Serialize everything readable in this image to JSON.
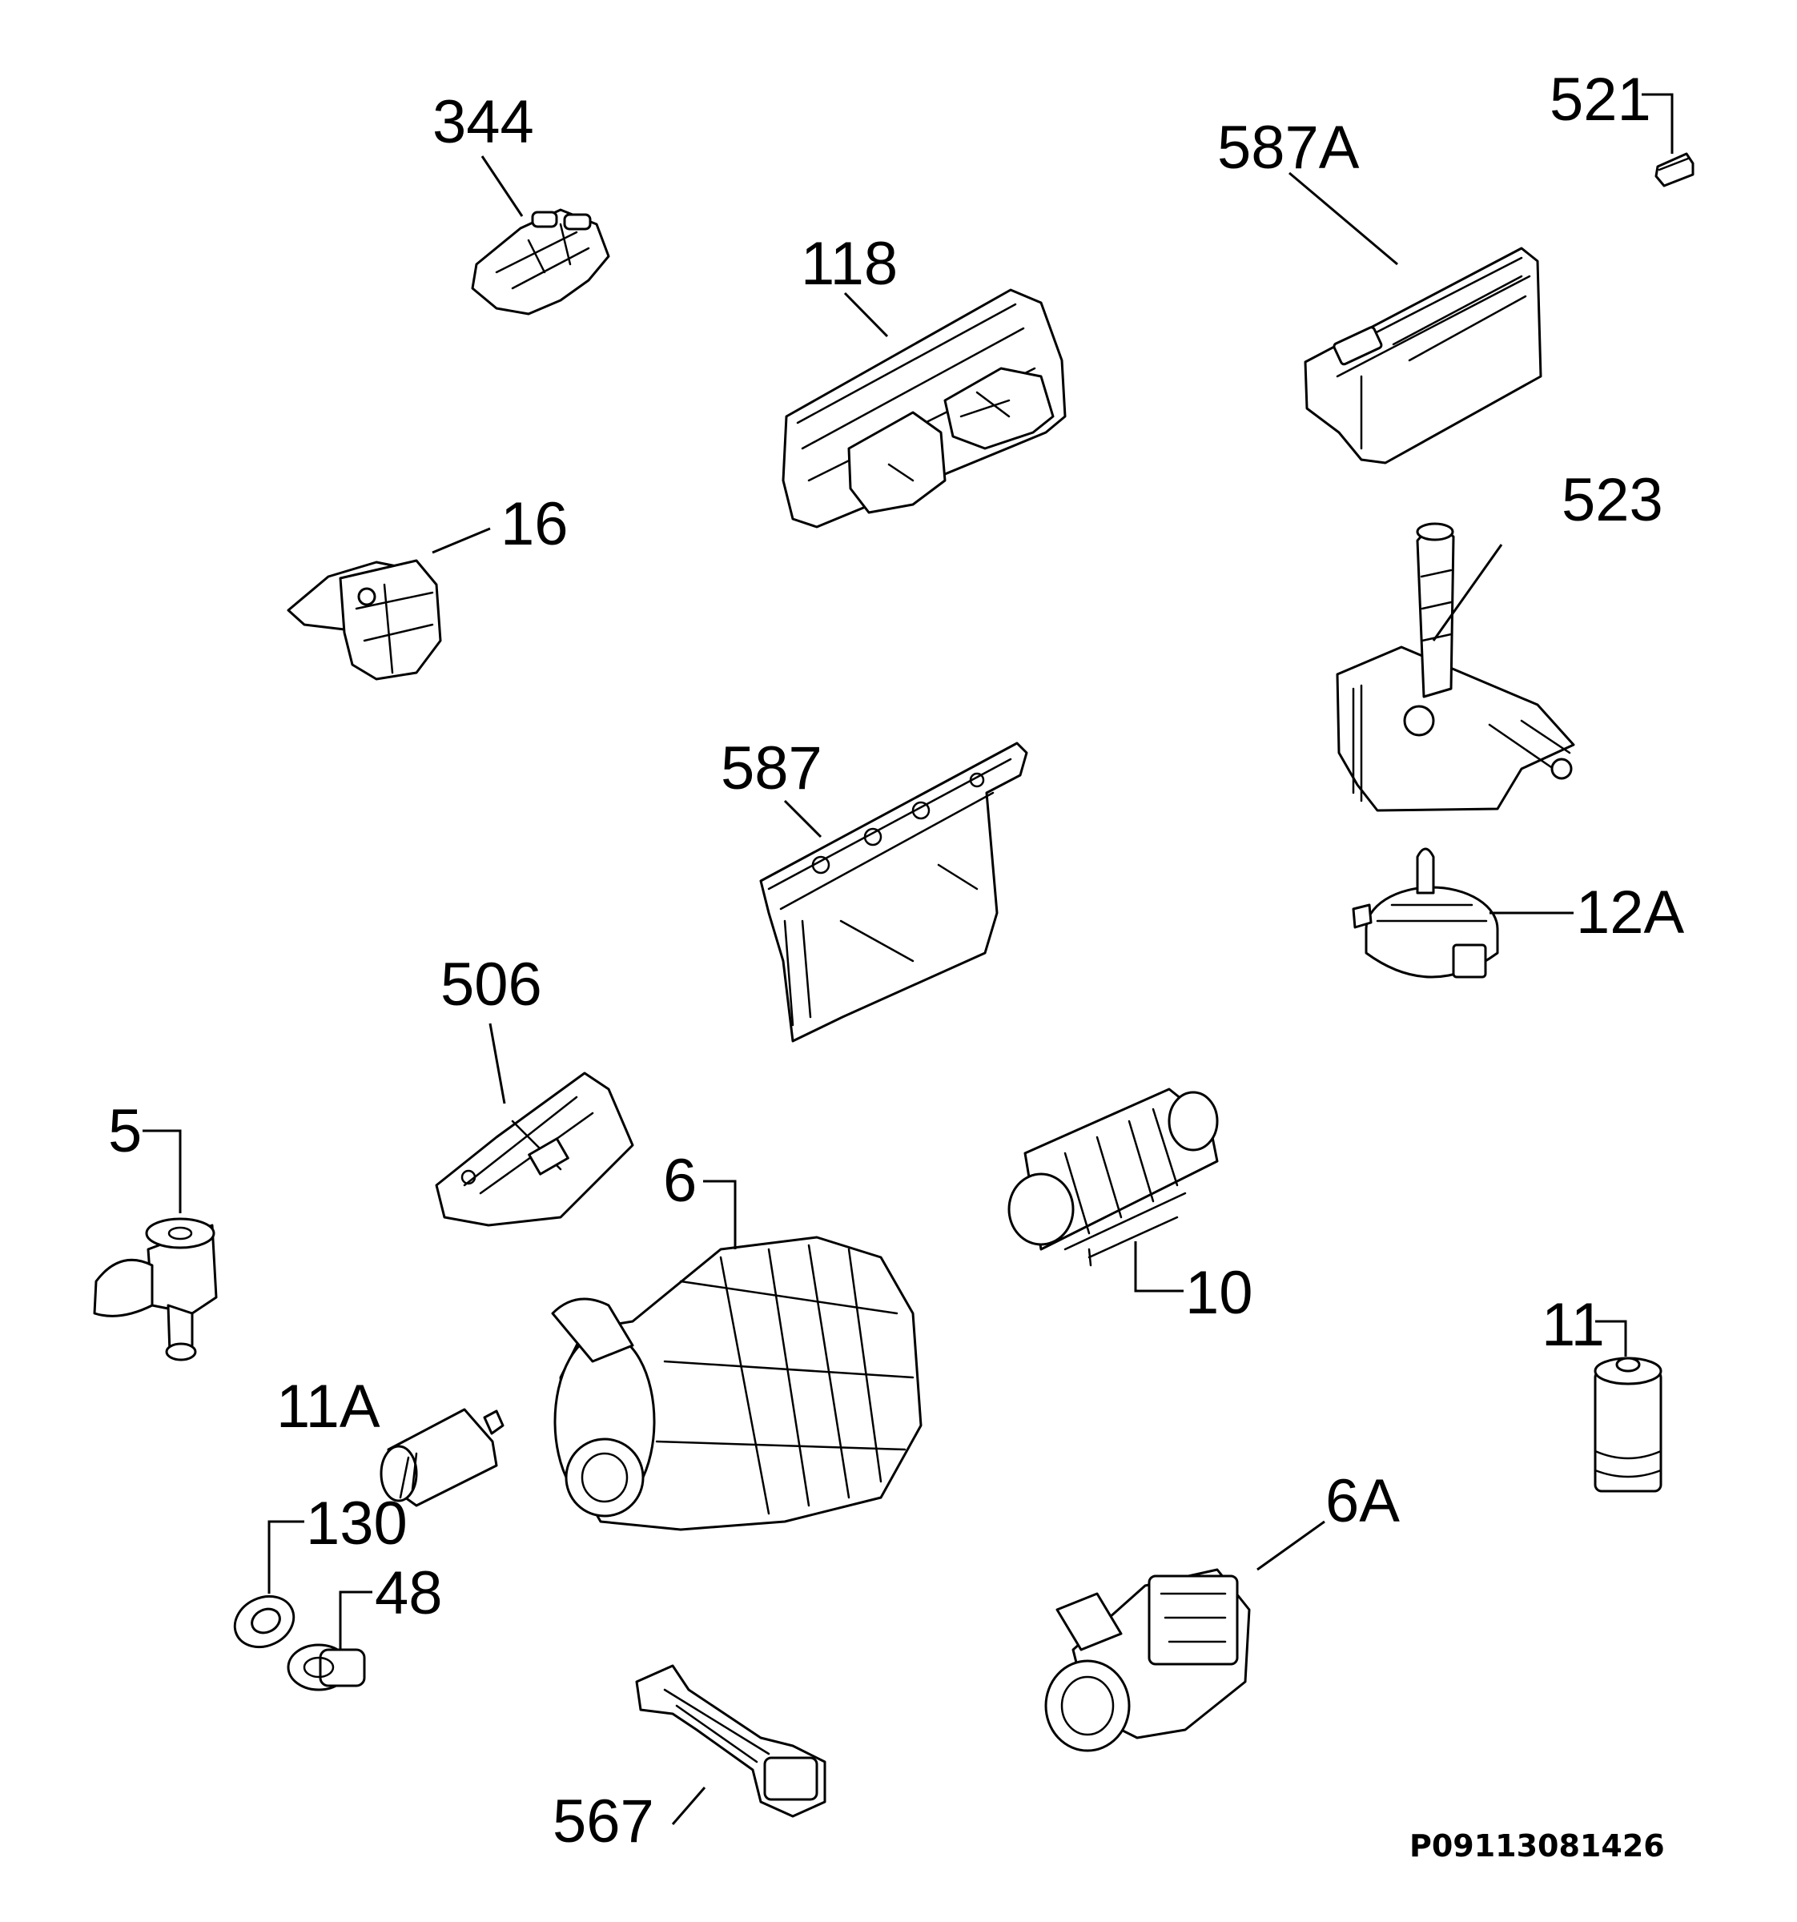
{
  "labels": {
    "p344": "344",
    "p118": "118",
    "p587a": "587A",
    "p521": "521",
    "p16": "16",
    "p523": "523",
    "p587": "587",
    "p12a": "12A",
    "p506": "506",
    "p5": "5",
    "p6": "6",
    "p10": "10",
    "p11": "11",
    "p11a": "11A",
    "p130": "130",
    "p48": "48",
    "p6a": "6A",
    "p567": "567"
  },
  "drawing_code": "P09113081426"
}
